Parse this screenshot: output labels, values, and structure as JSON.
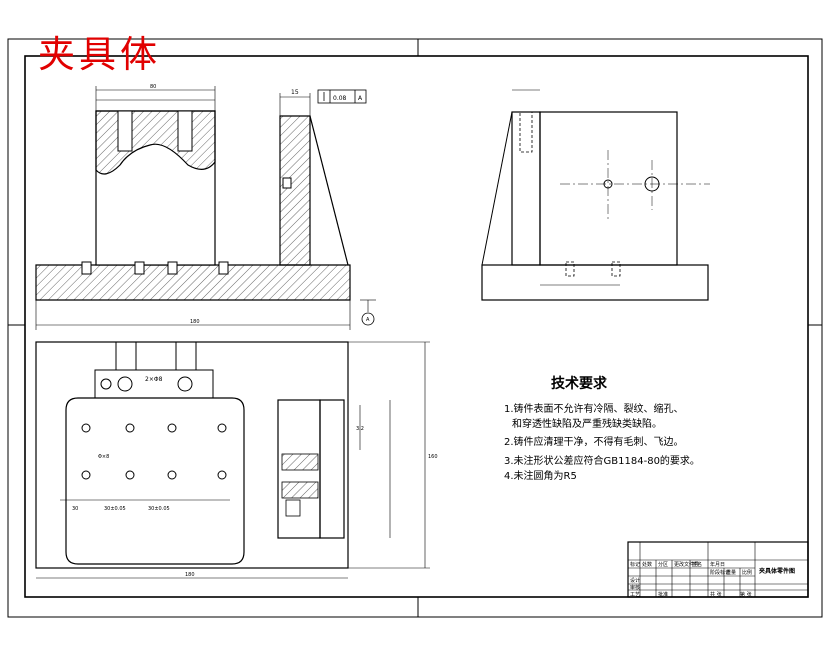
{
  "stamp_text": "夹具体",
  "requirements": {
    "title": "技术要求",
    "items": [
      "1.铸件表面不允许有冷隔、裂纹、缩孔、",
      "和穿透性缺陷及严重残缺类缺陷。",
      "2.铸件应清理干净，不得有毛刺、飞边。",
      "3.未注形状公差应符合GB1184-80的要求。",
      "4.未注圆角为R5"
    ]
  },
  "dimensions": {
    "top_left_small": "15",
    "flatness_value": "0.08",
    "datum_letter": "A",
    "datum_flag": "A",
    "hole_pattern": "2×Φ8",
    "hole_note": "Φ×8",
    "top_overall": "80",
    "base_length": "180",
    "plan_width": "180",
    "plan_height": "160",
    "dim_left": "30",
    "dim_mid_a": "30±0.05",
    "dim_mid_b": "30±0.05",
    "angle_note": "3.2"
  },
  "title_block": {
    "drawing_title": "夹具体零件图",
    "cells": [
      "标记",
      "处数",
      "分区",
      "更改文件号",
      "签名",
      "年月日",
      "设计",
      "审核",
      "工艺",
      "批准",
      "阶段标记",
      "重量",
      "比例",
      "共 张",
      "第 张"
    ]
  }
}
